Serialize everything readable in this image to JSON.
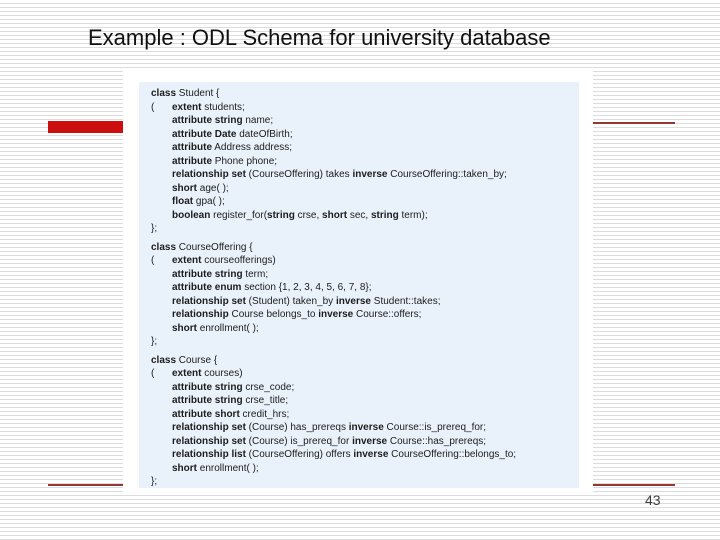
{
  "slide": {
    "title": "Example : ODL Schema for university database",
    "page_number": "43"
  },
  "colors": {
    "accent_bar": "#cc0e0e",
    "accent_line": "#953735",
    "panel_bg": "#e9f2fb",
    "stripe": "#dcdcdc"
  },
  "code": {
    "language": "ODL",
    "blocks": [
      {
        "name": "class-student",
        "lines": [
          {
            "k": "head",
            "t": "**class** Student {"
          },
          {
            "k": "paren",
            "t": "**extent** students;"
          },
          {
            "k": "body",
            "t": "**attribute string** name;"
          },
          {
            "k": "body",
            "t": "**attribute Date** dateOfBirth;"
          },
          {
            "k": "body",
            "t": "**attribute** Address address;"
          },
          {
            "k": "body",
            "t": "**attribute** Phone phone;"
          },
          {
            "k": "body",
            "t": "**relationship set** (CourseOffering) takes **inverse** CourseOffering::taken_by;"
          },
          {
            "k": "body",
            "t": "**short** age( );"
          },
          {
            "k": "body",
            "t": "**float** gpa( );"
          },
          {
            "k": "body",
            "t": "**boolean** register_for(**string** crse, **short** sec, **string** term);"
          },
          {
            "k": "head",
            "t": "};"
          }
        ]
      },
      {
        "name": "class-courseoffering",
        "lines": [
          {
            "k": "head",
            "t": "**class** CourseOffering {"
          },
          {
            "k": "paren",
            "t": "**extent** courseofferings)"
          },
          {
            "k": "body",
            "t": "**attribute string** term;"
          },
          {
            "k": "body",
            "t": "**attribute enum** section {1, 2, 3, 4, 5, 6, 7, 8};"
          },
          {
            "k": "body",
            "t": "**relationship set** (Student) taken_by **inverse** Student::takes;"
          },
          {
            "k": "body",
            "t": "**relationship** Course belongs_to **inverse** Course::offers;"
          },
          {
            "k": "body",
            "t": "**short** enrollment( );"
          },
          {
            "k": "head",
            "t": "};"
          }
        ]
      },
      {
        "name": "class-course",
        "lines": [
          {
            "k": "head",
            "t": "**class** Course {"
          },
          {
            "k": "paren",
            "t": "**extent** courses)"
          },
          {
            "k": "body",
            "t": "**attribute string** crse_code;"
          },
          {
            "k": "body",
            "t": "**attribute string** crse_title;"
          },
          {
            "k": "body",
            "t": "**attribute short** credit_hrs;"
          },
          {
            "k": "body",
            "t": "**relationship set** (Course) has_prereqs **inverse** Course::is_prereq_for;"
          },
          {
            "k": "body",
            "t": "**relationship set** (Course) is_prereq_for **inverse** Course::has_prereqs;"
          },
          {
            "k": "body",
            "t": "**relationship list** (CourseOffering) offers **inverse** CourseOffering::belongs_to;"
          },
          {
            "k": "body",
            "t": "**short** enrollment( );"
          },
          {
            "k": "head",
            "t": "};"
          }
        ]
      }
    ]
  }
}
